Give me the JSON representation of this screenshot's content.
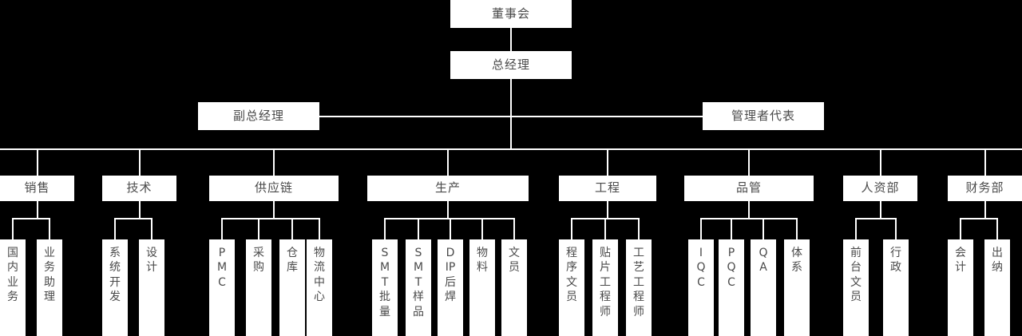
{
  "chart_data": {
    "type": "diagram",
    "diagram_kind": "organization-chart",
    "orientation": "top-down",
    "background_color": "#000000",
    "node_fill_color": "#ffffff",
    "node_text_color": "#4a4a4a",
    "connector_color": "#ffffff",
    "levels": [
      "board",
      "general-manager",
      "deputy-level",
      "departments",
      "sub-units"
    ]
  },
  "top": {
    "board": "董事会",
    "general_manager": "总经理",
    "deputy_general_manager": "副总经理",
    "management_representative": "管理者代表"
  },
  "departments": [
    {
      "id": "sales",
      "label": "销售",
      "children": [
        "国内业务",
        "业务助理"
      ]
    },
    {
      "id": "technology",
      "label": "技术",
      "children": [
        "系统开发",
        "设计"
      ]
    },
    {
      "id": "supply-chain",
      "label": "供应链",
      "children": [
        "PMC",
        "采购",
        "仓库",
        "物流中心"
      ]
    },
    {
      "id": "production",
      "label": "生产",
      "children": [
        "SMT批量",
        "SMT样品",
        "DIP后焊",
        "物料",
        "文员"
      ]
    },
    {
      "id": "engineering",
      "label": "工程",
      "children": [
        "程序文员",
        "贴片工程师",
        "工艺工程师"
      ]
    },
    {
      "id": "quality",
      "label": "品管",
      "children": [
        "IQC",
        "PQC",
        "QA",
        "体系"
      ]
    },
    {
      "id": "human-resources",
      "label": "人资部",
      "children": [
        "前台文员",
        "行政"
      ]
    },
    {
      "id": "finance",
      "label": "财务部",
      "children": [
        "会计",
        "出纳"
      ]
    }
  ]
}
